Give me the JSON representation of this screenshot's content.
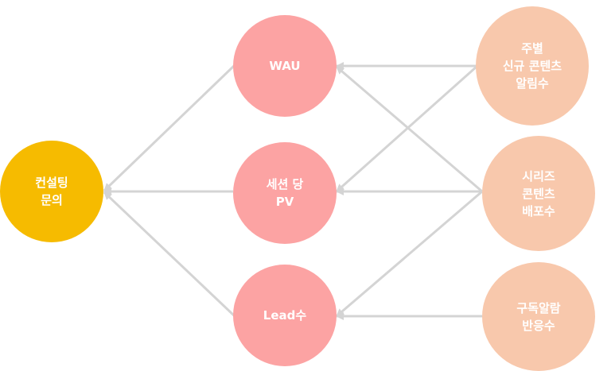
{
  "nodes": {
    "consult": {
      "lines": [
        "컨설팅",
        "문의"
      ]
    },
    "wau": {
      "lines": [
        "WAU"
      ]
    },
    "pv": {
      "lines": [
        "세션 당",
        "PV"
      ]
    },
    "lead": {
      "lines": [
        "Lead수"
      ]
    },
    "weekly": {
      "lines": [
        "주별",
        "신규 콘텐츠",
        "알림수"
      ]
    },
    "series": {
      "lines": [
        "시리즈",
        "콘텐츠",
        "배포수"
      ]
    },
    "subscribe": {
      "lines": [
        "구독알람",
        "반응수"
      ]
    }
  },
  "colors": {
    "target": "#f6bb00",
    "metric": "#fca3a3",
    "driver": "#f8c8ac",
    "edge": "#d4d4d4",
    "text": "#ffffff"
  }
}
